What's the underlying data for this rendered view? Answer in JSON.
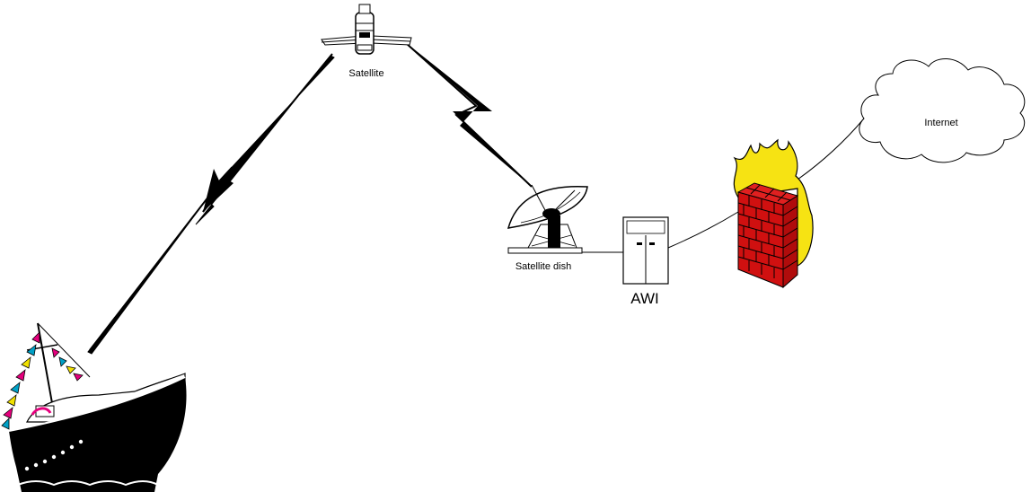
{
  "nodes": {
    "satellite": {
      "label": "Satellite"
    },
    "dish": {
      "label": "Satellite dish"
    },
    "awi": {
      "label": "AWI"
    },
    "firewall": {
      "label": ""
    },
    "cloud": {
      "label": "Internet"
    },
    "ship": {
      "label": ""
    }
  },
  "links": [
    {
      "from": "ship",
      "to": "satellite",
      "style": "lightning"
    },
    {
      "from": "satellite",
      "to": "dish",
      "style": "lightning"
    },
    {
      "from": "dish",
      "to": "awi",
      "style": "line"
    },
    {
      "from": "awi",
      "to": "firewall",
      "style": "curve"
    },
    {
      "from": "firewall",
      "to": "cloud",
      "style": "curve"
    }
  ],
  "colors": {
    "brick": "#d01010",
    "mortar": "#000000",
    "flame": "#f6e313",
    "ship_hull": "#000000",
    "flags": [
      "#e5007d",
      "#00a0c6",
      "#f0e000",
      "#e5007d",
      "#00a0c6",
      "#f0e000"
    ]
  }
}
